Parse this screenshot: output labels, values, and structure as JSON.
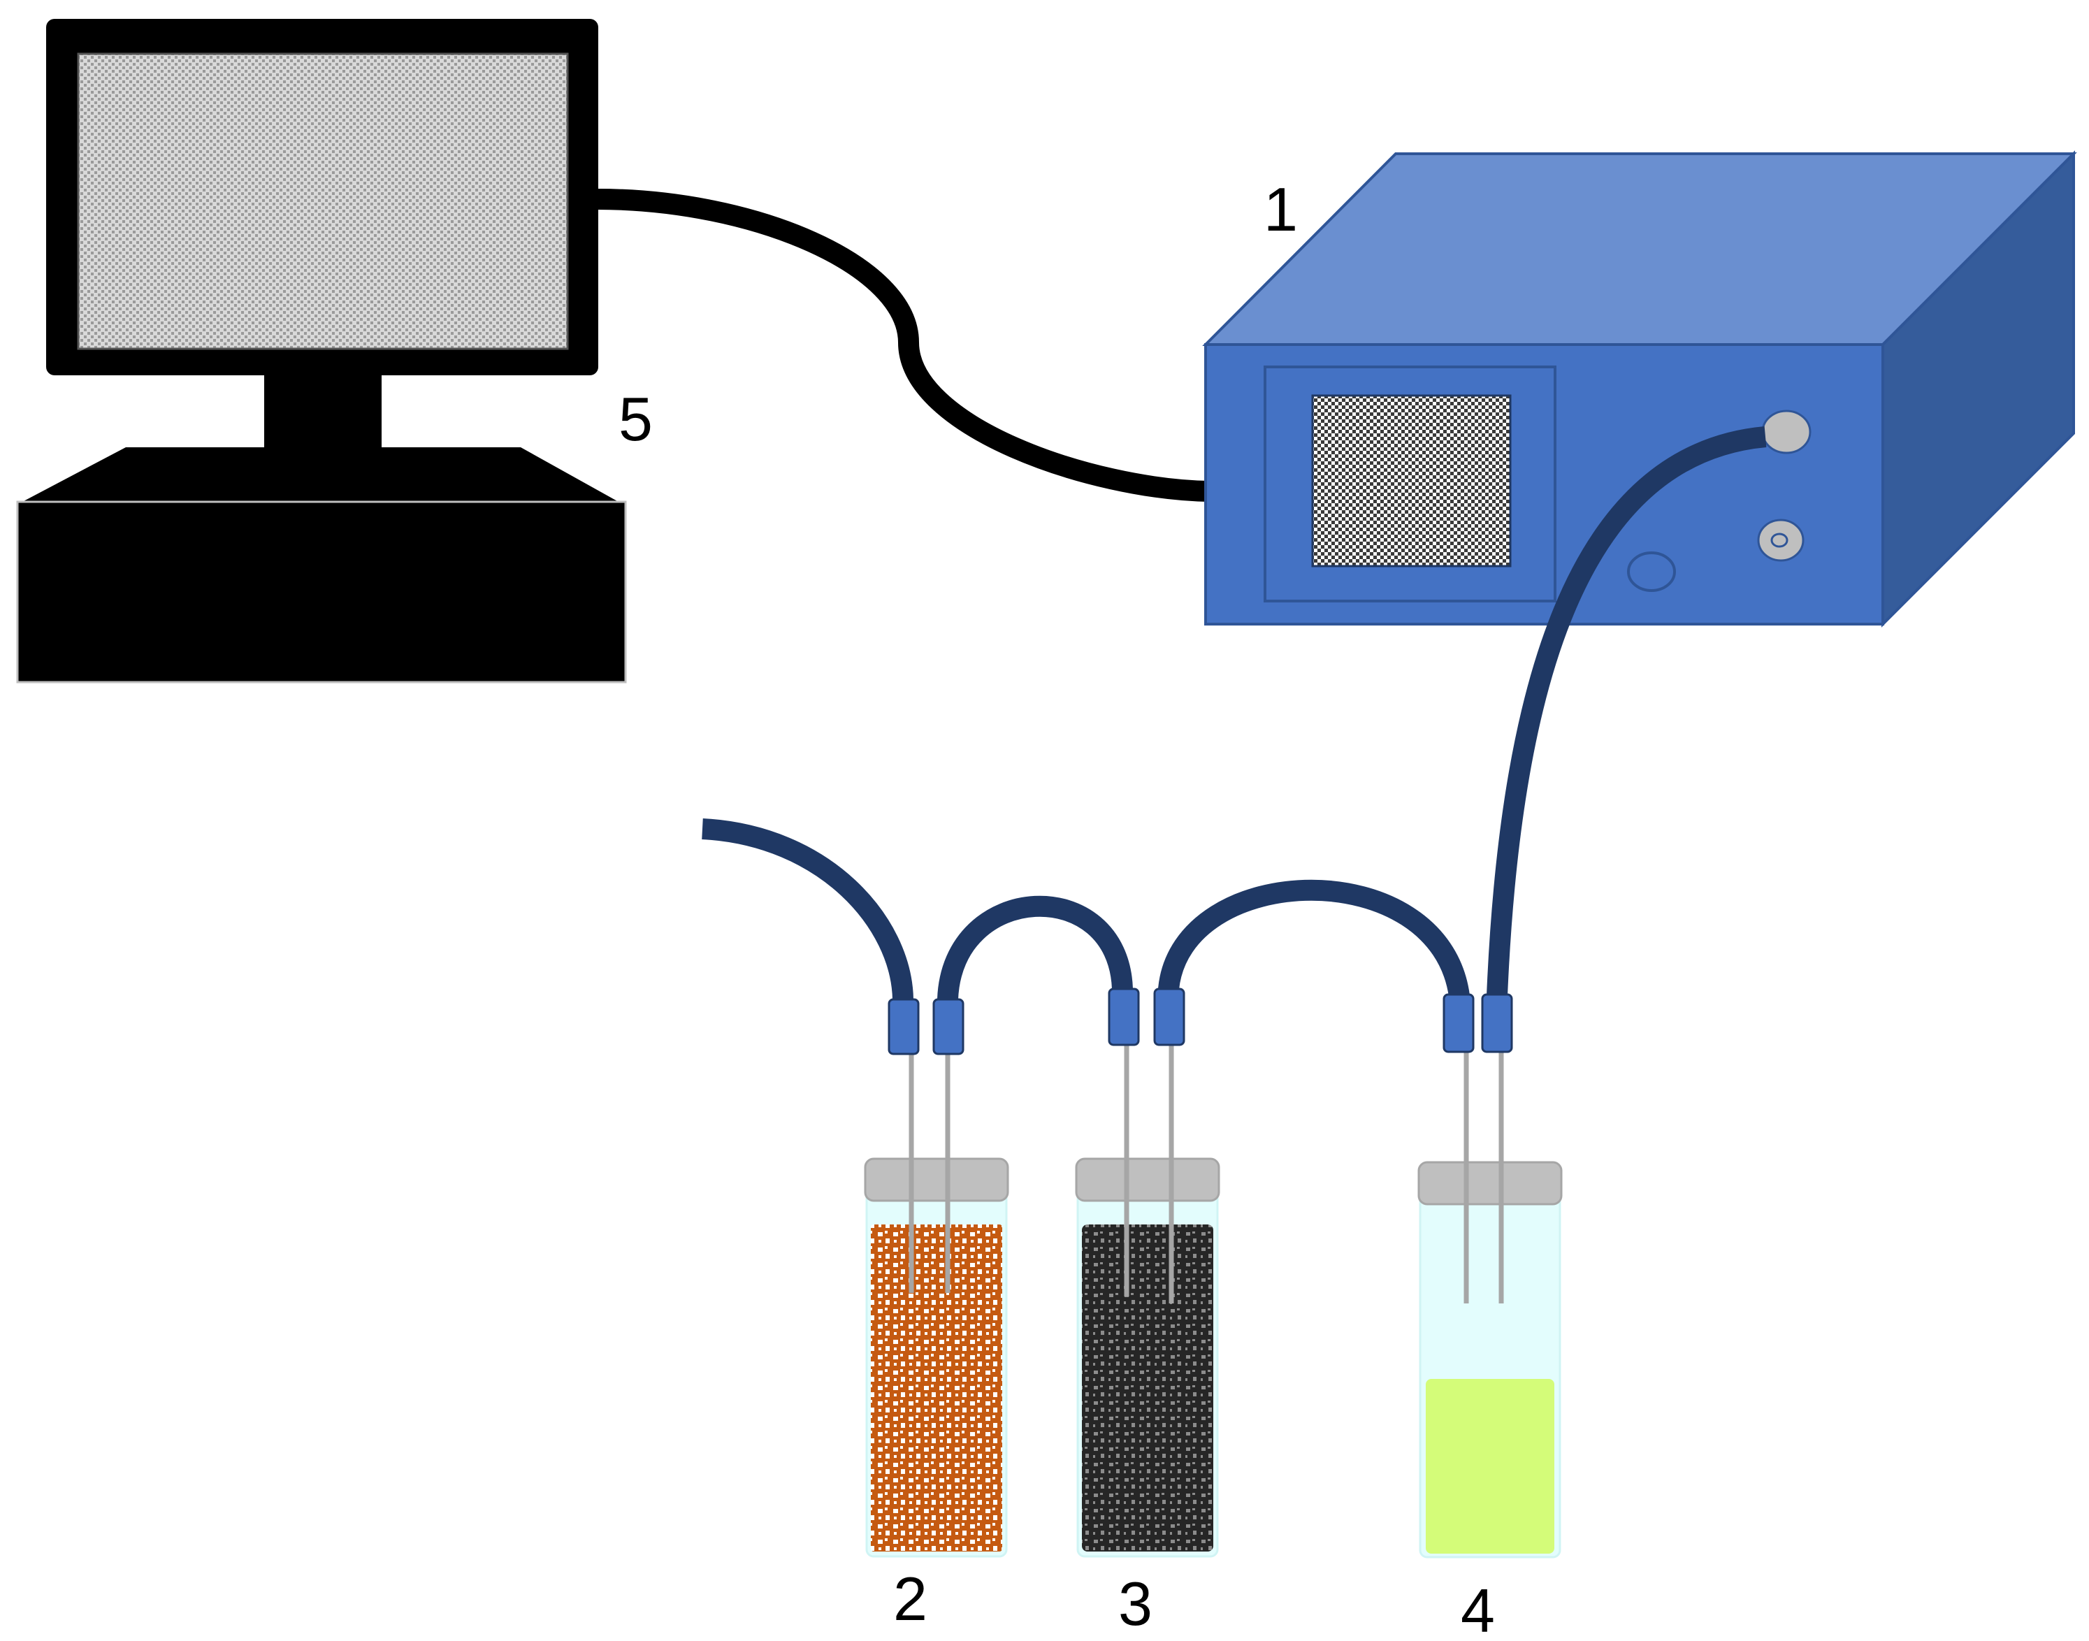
{
  "labels": {
    "instrument": "1",
    "vial_orange": "2",
    "vial_black": "3",
    "vial_yellow": "4",
    "computer": "5"
  },
  "colors": {
    "background": "#ffffff",
    "computer": "#000000",
    "screen_pattern": "#bdbdbd",
    "box_top": "#6a8fd0",
    "box_front": "#4472c4",
    "box_side": "#355c9b",
    "box_edge": "#2f5597",
    "tubing": "#1f3864",
    "connector": "#4472c4",
    "needle": "#a6a6a6",
    "cap": "#bfbfbf",
    "vial_glass": "#e3fdfd",
    "orange_fill": "#c55a11",
    "black_fill": "#262626",
    "yellow_liquid": "#d4fc79"
  },
  "icons": {
    "computer": "desktop-computer-icon",
    "instrument": "analyzer-box-icon"
  }
}
